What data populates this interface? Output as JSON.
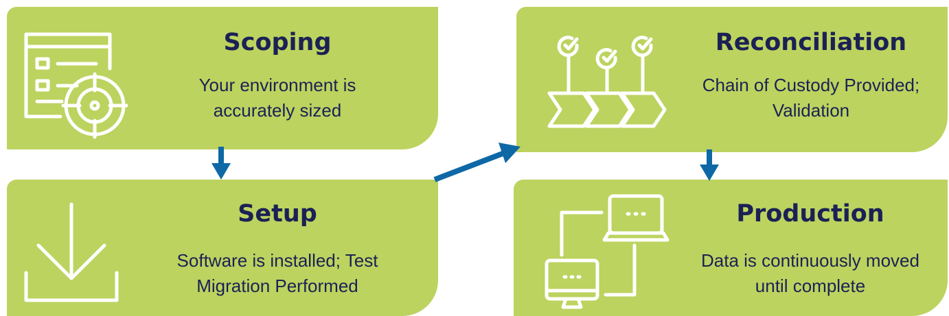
{
  "steps": [
    {
      "title": "Scoping",
      "desc": [
        "Your environment is",
        "accurately sized"
      ],
      "icon": "document-target-icon"
    },
    {
      "title": "Reconciliation",
      "desc": [
        "Chain of Custody Provided;",
        "Validation"
      ],
      "icon": "checkpoint-chevrons-icon"
    },
    {
      "title": "Setup",
      "desc": [
        "Software is installed; Test",
        "Migration Performed"
      ],
      "icon": "download-icon"
    },
    {
      "title": "Production",
      "desc": [
        "Data is continuously moved",
        "until complete"
      ],
      "icon": "connected-computers-icon"
    }
  ],
  "colors": {
    "card": "#bcd35f",
    "text": "#1b2155",
    "arrow": "#0e68a6",
    "icon": "#ffffff"
  }
}
